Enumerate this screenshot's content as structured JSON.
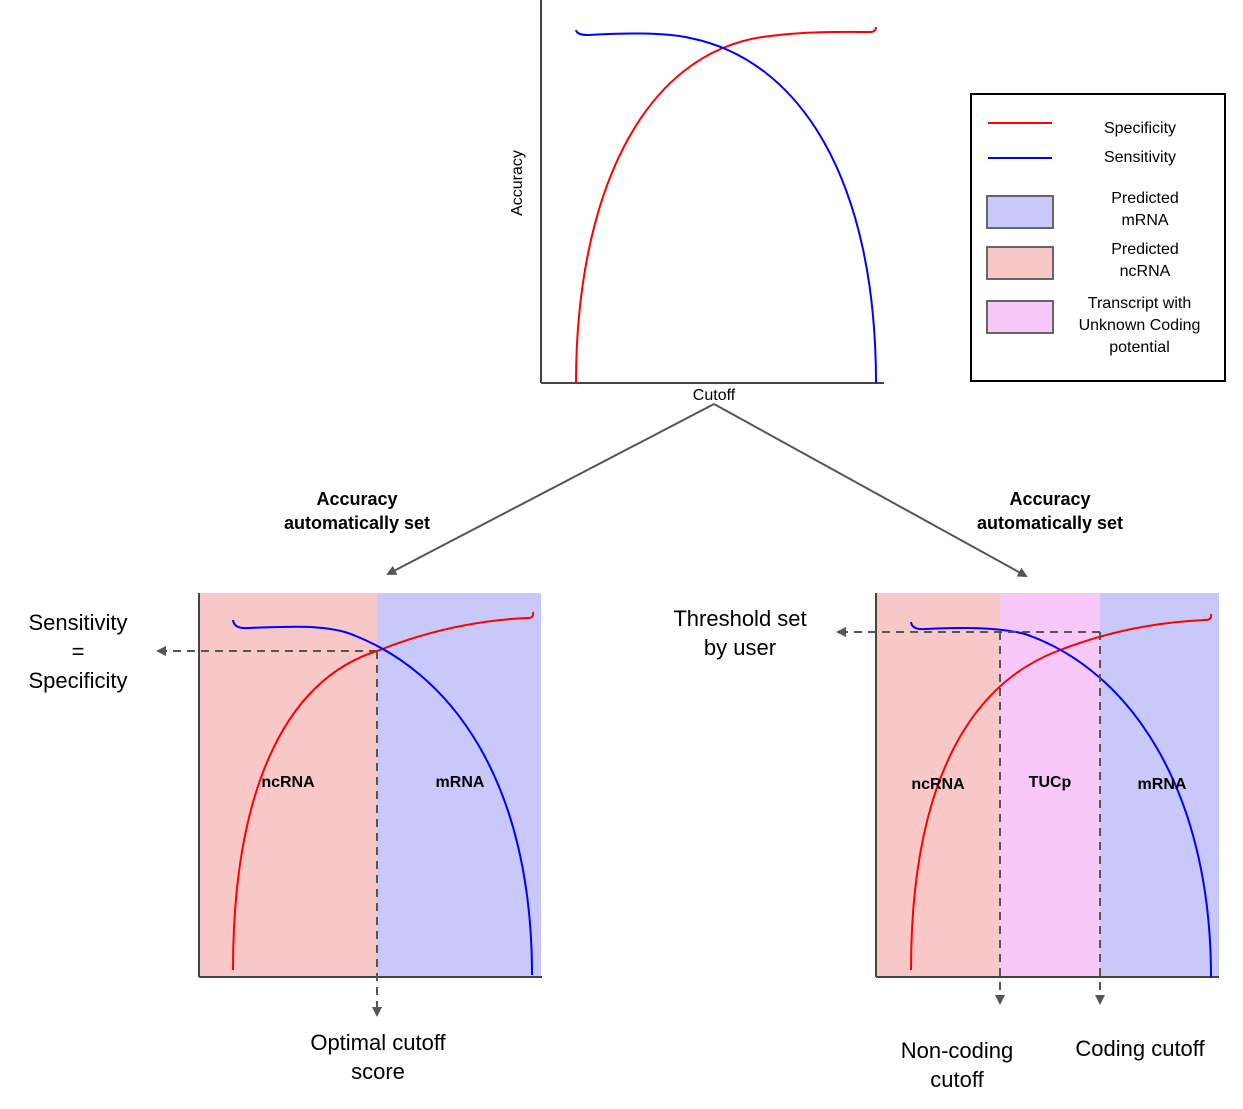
{
  "colors": {
    "specificity": "#ff0000",
    "sensitivity": "#0000ff",
    "predicted_mrna": "#c8c8fa",
    "predicted_ncrna": "#f8c8c8",
    "tucp": "#f8c8f8",
    "axis": "#444444",
    "arrow": "#555555"
  },
  "top_chart": {
    "ylabel": "Accuracy",
    "xlabel": "Cutoff"
  },
  "legend": {
    "items": [
      {
        "type": "line",
        "color_key": "specificity",
        "label": "Specificity",
        "icon": "red-line-icon"
      },
      {
        "type": "line",
        "color_key": "sensitivity",
        "label": "Sensitivity",
        "icon": "blue-line-icon"
      },
      {
        "type": "box",
        "color_key": "predicted_mrna",
        "label": "Predicted\nmRNA",
        "icon": "blue-swatch-icon"
      },
      {
        "type": "box",
        "color_key": "predicted_ncrna",
        "label": "Predicted\nncRNA",
        "icon": "pink-swatch-icon"
      },
      {
        "type": "box",
        "color_key": "tucp",
        "label": "Transcript with\nUnknown Coding\npotential",
        "icon": "magenta-swatch-icon"
      }
    ]
  },
  "left_branch": {
    "heading": "Accuracy\nautomatically set",
    "side_label": "Sensitivity\n=\nSpecificity",
    "regions": [
      "ncRNA",
      "mRNA"
    ],
    "bottom_label": "Optimal cutoff\nscore"
  },
  "right_branch": {
    "heading": "Accuracy\nautomatically set",
    "side_label": "Threshold set\nby user",
    "regions": [
      "ncRNA",
      "TUCp",
      "mRNA"
    ],
    "bottom_left_label": "Non-coding\ncutoff",
    "bottom_right_label": "Coding cutoff"
  }
}
